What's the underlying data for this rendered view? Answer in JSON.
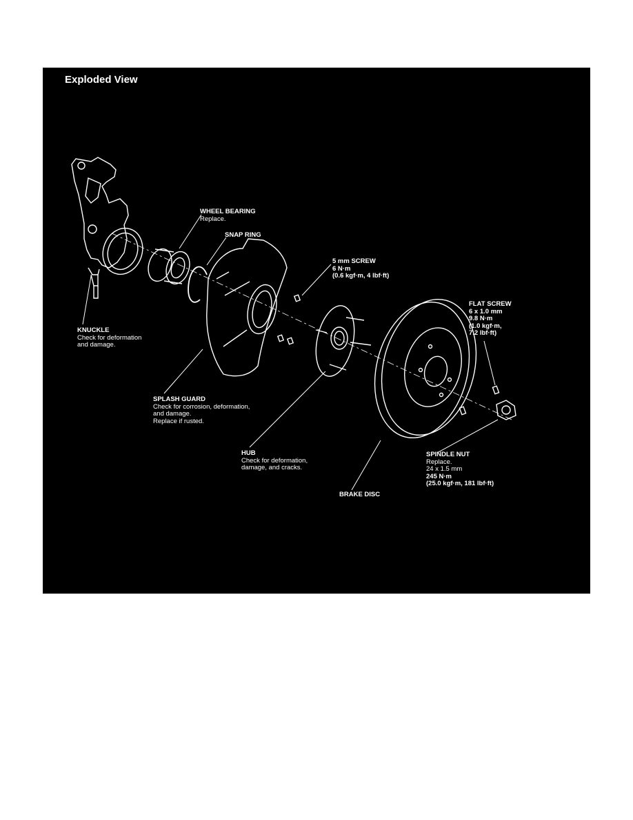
{
  "title": "Exploded View",
  "colors": {
    "panel": "#000000",
    "line": "#ffffff",
    "page": "#ffffff"
  },
  "parts": {
    "wheel_bearing": {
      "name": "WHEEL BEARING",
      "lines": [
        "Replace."
      ]
    },
    "snap_ring": {
      "name": "SNAP RING",
      "lines": []
    },
    "screw_5mm": {
      "name": "5 mm SCREW",
      "lines": [
        "6 N·m",
        "(0.6 kgf·m, 4 lbf·ft)"
      ]
    },
    "flat_screw": {
      "name": "FLAT SCREW",
      "lines": [
        "6 x 1.0 mm",
        "9.8 N·m",
        "(1.0 kgf·m,",
        "7.2 lbf·ft)"
      ]
    },
    "knuckle": {
      "name": "KNUCKLE",
      "lines": [
        "Check for deformation",
        "and damage."
      ]
    },
    "splash_guard": {
      "name": "SPLASH GUARD",
      "lines": [
        "Check for corrosion, deformation,",
        "and damage.",
        "Replace if rusted."
      ]
    },
    "hub": {
      "name": "HUB",
      "lines": [
        "Check for deformation,",
        "damage, and cracks."
      ]
    },
    "spindle_nut": {
      "name": "SPINDLE NUT",
      "lines": [
        "Replace.",
        "24 x 1.5 mm",
        "245 N·m",
        "(25.0 kgf·m, 181 lbf·ft)"
      ]
    },
    "brake_disc": {
      "name": "BRAKE DISC",
      "lines": []
    }
  }
}
